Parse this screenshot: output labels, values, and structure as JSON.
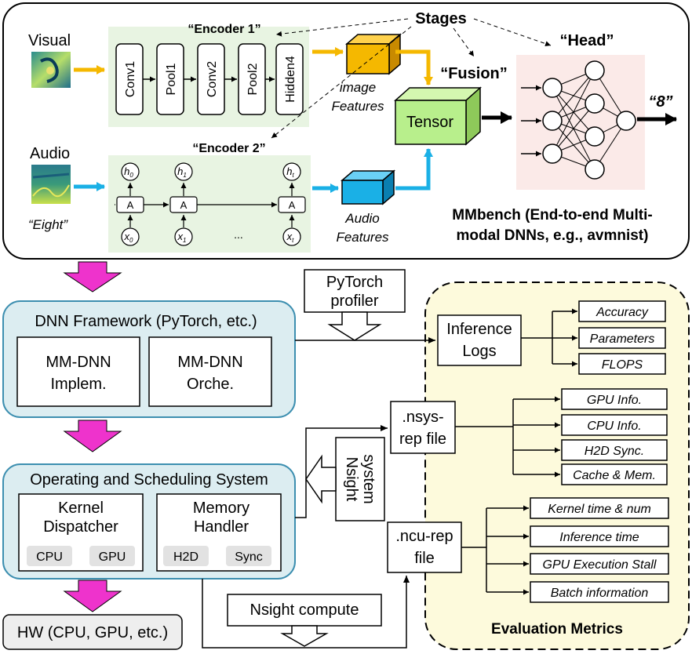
{
  "colors": {
    "encoder_bg": "#e8f4e2",
    "head_bg": "#fbeae8",
    "framework_fill": "#dcedf1",
    "framework_stroke": "#3d8fb0",
    "eval_fill": "#fdfadc",
    "orange": "#f5b800",
    "blue": "#1ab0e6",
    "magenta": "#ee33cc",
    "tensor": "#b8ef8c",
    "chip": "#e2e2e2",
    "hw_fill": "#eeeeee"
  },
  "top": {
    "visual_label": "Visual",
    "audio_label": "Audio",
    "eight_quote": "“Eight”",
    "encoder1_title": "“Encoder 1”",
    "encoder2_title": "“Encoder 2”",
    "stages_label": "Stages",
    "head_title": "“Head”",
    "fusion_title": "“Fusion”",
    "output_label": "“8”",
    "encoder1_layers": [
      "Conv1",
      "Pool1",
      "Conv2",
      "Pool2",
      "Hidden4"
    ],
    "image_features": [
      "image",
      "Features"
    ],
    "audio_features": [
      "Audio",
      "Features"
    ],
    "tensor_label": "Tensor",
    "rnn_cell_label": "A",
    "hidden_labels": [
      "h",
      "h",
      "h"
    ],
    "hidden_subs": [
      "0",
      "1",
      "t"
    ],
    "input_labels": [
      "x",
      "x",
      "x"
    ],
    "input_subs": [
      "0",
      "1",
      "t"
    ],
    "ellipsis": "...",
    "mmbench_lines": [
      "MMbench (End-to-end Multi-",
      "modal DNNs, e.g., avmnist)"
    ]
  },
  "framework": {
    "title": "DNN Framework (PyTorch, etc.)",
    "implem_lines": [
      "MM-DNN",
      "Implem."
    ],
    "orche_lines": [
      "MM-DNN",
      "Orche."
    ]
  },
  "scheduler": {
    "title": "Operating and Scheduling System",
    "kernel_lines": [
      "Kernel",
      "Dispatcher"
    ],
    "memory_lines": [
      "Memory",
      "Handler"
    ],
    "chips": [
      "CPU",
      "GPU",
      "H2D",
      "Sync"
    ]
  },
  "hw": {
    "label": "HW (CPU, GPU, etc.)"
  },
  "tools": {
    "pytorch_profiler": [
      "PyTorch",
      "profiler"
    ],
    "nsight_system": [
      "Nsight",
      "system"
    ],
    "nsight_compute": "Nsight compute"
  },
  "eval": {
    "title": "Evaluation Metrics",
    "inference_logs": [
      "Inference",
      "Logs"
    ],
    "nsys_rep": [
      ".nsys-",
      "rep file"
    ],
    "ncu_rep": [
      ".ncu-rep",
      "file"
    ],
    "log_metrics": [
      "Accuracy",
      "Parameters",
      "FLOPS"
    ],
    "nsys_metrics": [
      "GPU Info.",
      "CPU Info.",
      "H2D Sync.",
      "Cache & Mem."
    ],
    "ncu_metrics": [
      "Kernel time & num",
      "Inference time",
      "GPU Execution Stall",
      "Batch information"
    ]
  }
}
